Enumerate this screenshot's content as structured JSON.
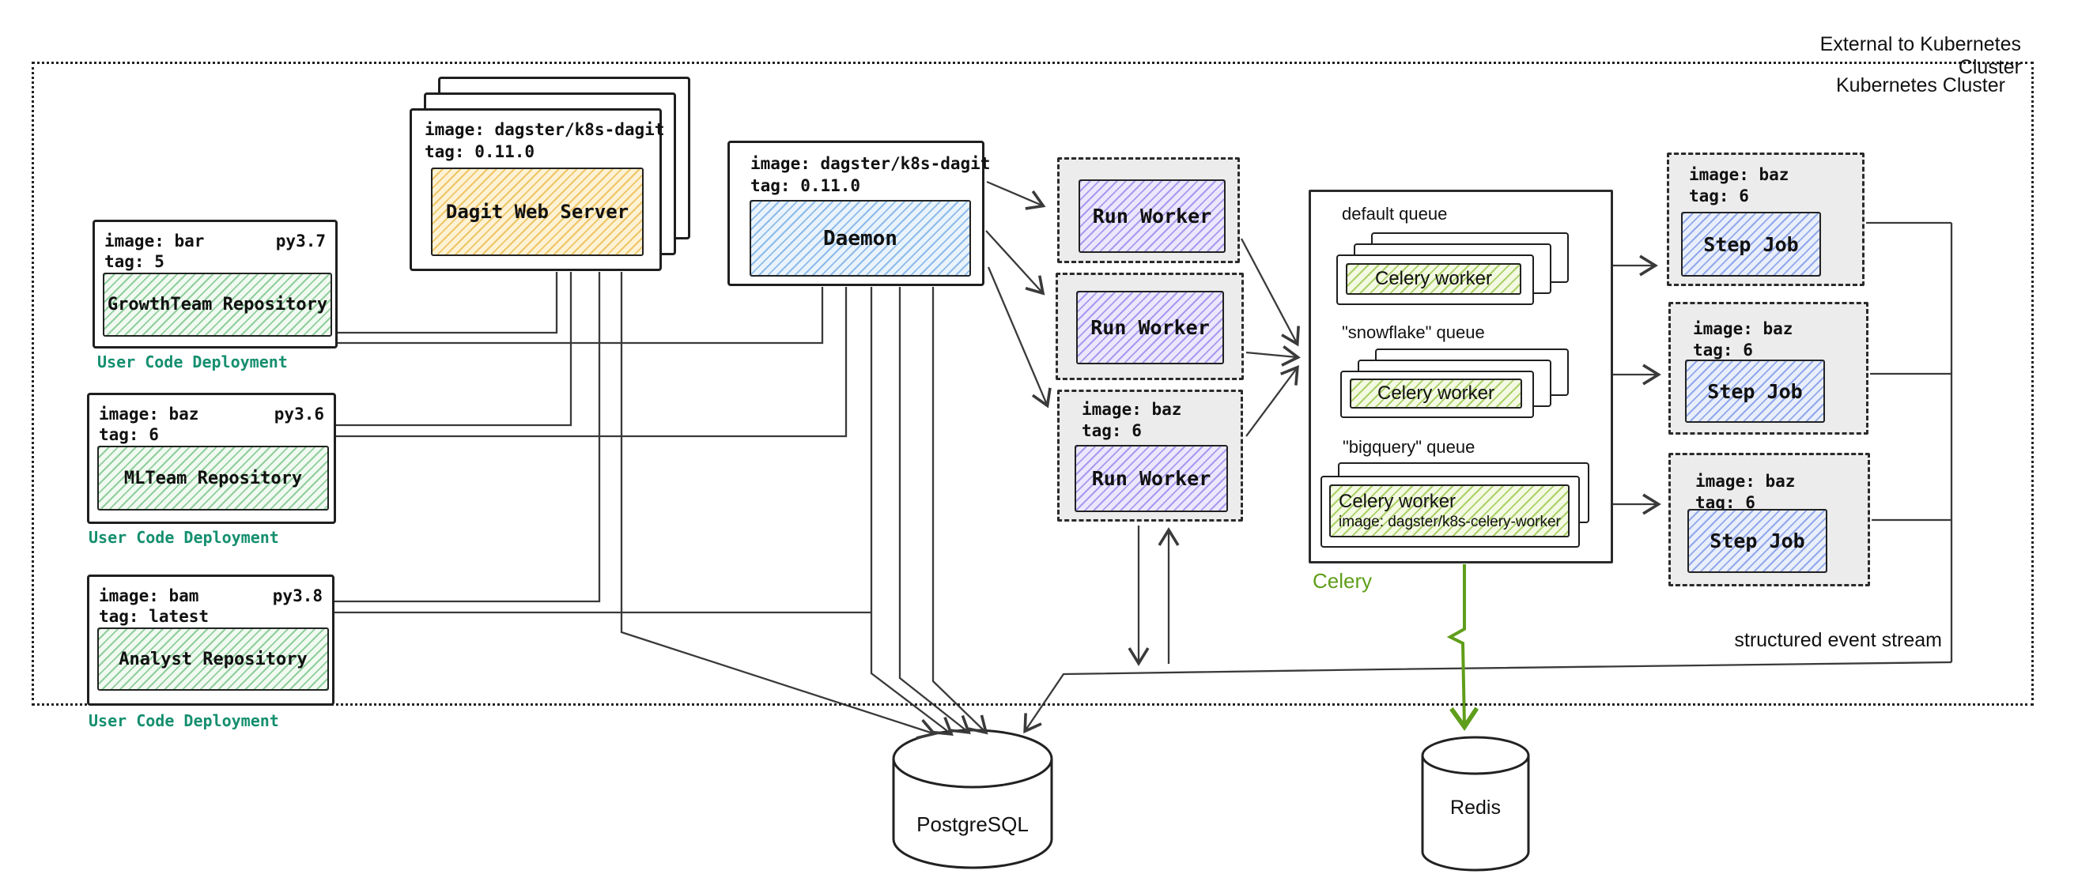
{
  "cluster": {
    "external_label": "External to Kubernetes Cluster",
    "label": "Kubernetes Cluster"
  },
  "user_code_deployments": [
    {
      "image": "image: bar",
      "python": "py3.7",
      "tag": "tag: 5",
      "repository": "GrowthTeam Repository",
      "caption": "User Code Deployment"
    },
    {
      "image": "image: baz",
      "python": "py3.6",
      "tag": "tag: 6",
      "repository": "MLTeam Repository",
      "caption": "User Code Deployment"
    },
    {
      "image": "image: bam",
      "python": "py3.8",
      "tag": "tag: latest",
      "repository": "Analyst Repository",
      "caption": "User Code Deployment"
    }
  ],
  "dagit": {
    "image": "image: dagster/k8s-dagit",
    "tag": "tag: 0.11.0",
    "label": "Dagit Web Server"
  },
  "daemon": {
    "image": "image: dagster/k8s-dagit",
    "tag": "tag: 0.11.0",
    "label": "Daemon"
  },
  "run_workers": [
    {
      "label": "Run Worker"
    },
    {
      "label": "Run Worker"
    },
    {
      "image": "image: baz",
      "tag": "tag: 6",
      "label": "Run Worker"
    }
  ],
  "celery": {
    "label": "Celery",
    "queues": [
      {
        "name": "default queue",
        "worker": "Celery worker"
      },
      {
        "name": "\"snowflake\" queue",
        "worker": "Celery worker"
      },
      {
        "name": "\"bigquery\" queue",
        "worker": "Celery worker",
        "worker_image": "image: dagster/k8s-celery-worker"
      }
    ]
  },
  "step_jobs": [
    {
      "image": "image: baz",
      "tag": "tag: 6",
      "label": "Step Job"
    },
    {
      "image": "image: baz",
      "tag": "tag: 6",
      "label": "Step Job"
    },
    {
      "image": "image: baz",
      "tag": "tag: 6",
      "label": "Step Job"
    }
  ],
  "databases": {
    "postgres": "PostgreSQL",
    "redis": "Redis"
  },
  "annotations": {
    "event_stream": "structured event stream"
  },
  "colors": {
    "repo_hatch": "#8fce9d",
    "dagit_hatch": "#f0c466",
    "daemon_hatch": "#8cbbea",
    "run_worker_hatch": "#a79aee",
    "celery_worker_hatch": "#abd168",
    "step_job_hatch": "#91a8ea",
    "deployment_caption": "#158f6f",
    "celery_label": "#5f9e1a",
    "wire": "#3a3a3a"
  }
}
